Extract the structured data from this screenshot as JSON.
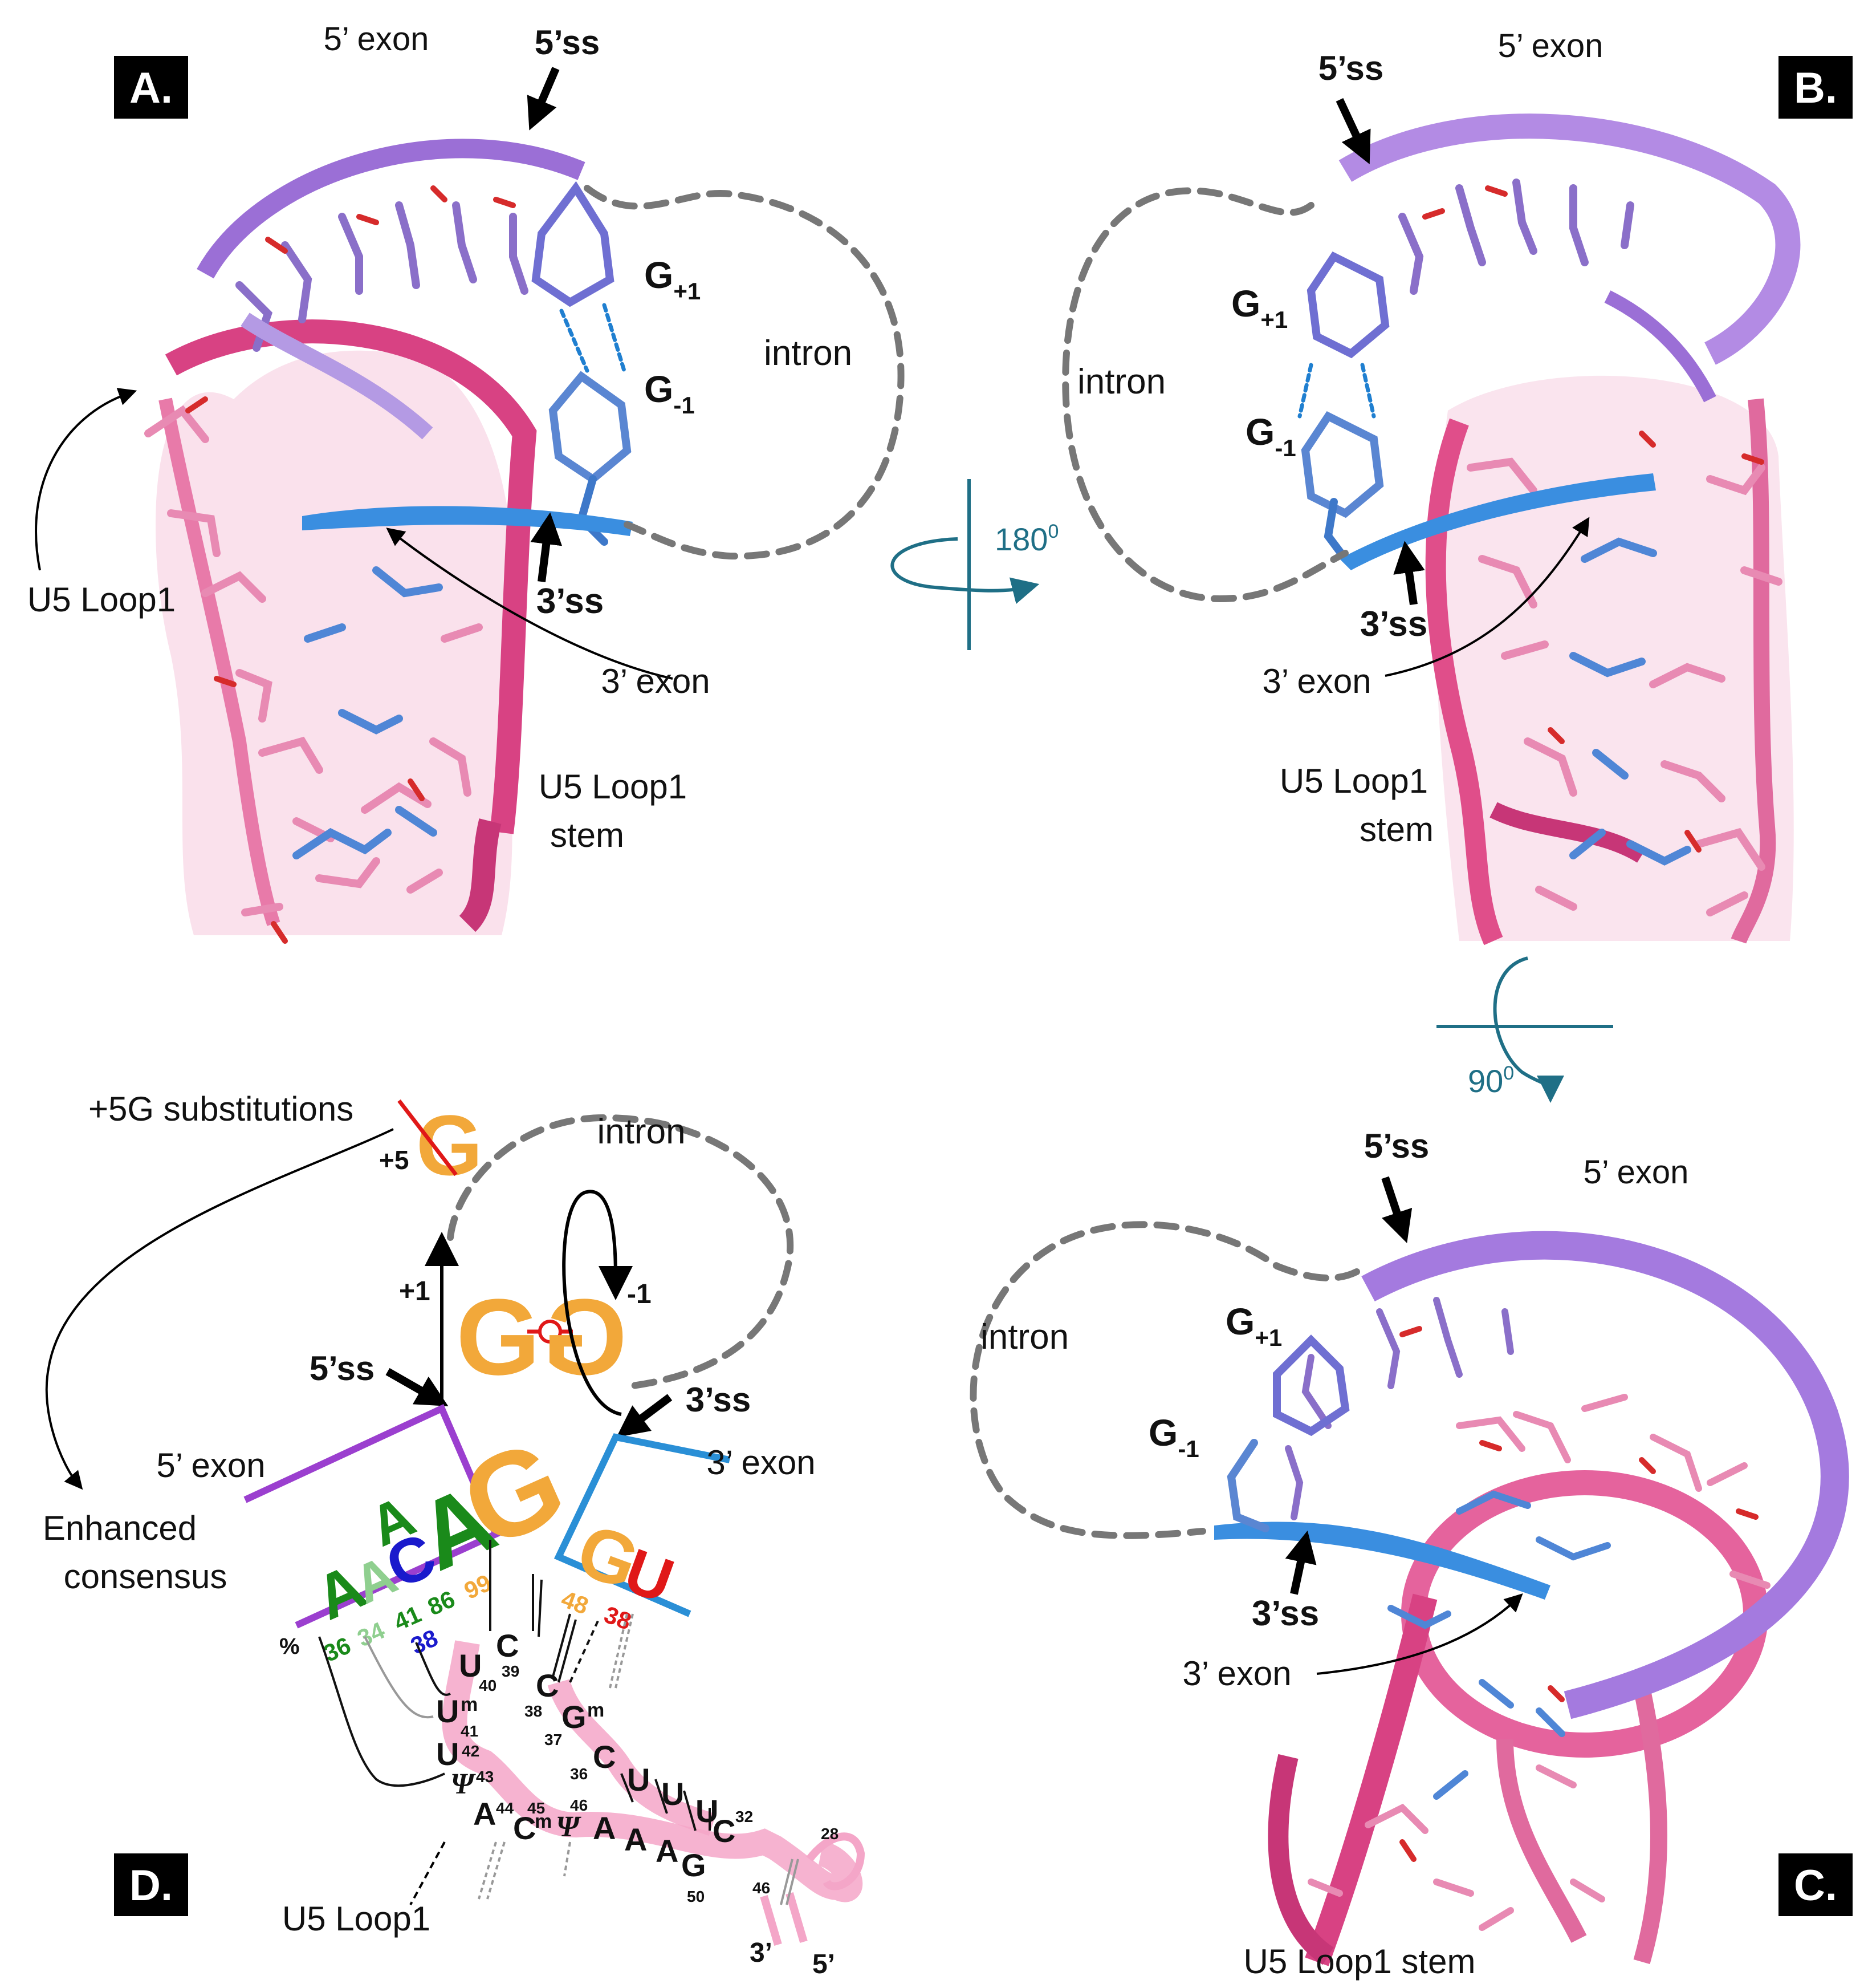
{
  "panels": {
    "a": {
      "tag": "A.",
      "exon5": "5’ exon",
      "ss5": "5’ss",
      "gp1_base": "G",
      "gp1_sub": "+1",
      "gm1_base": "G",
      "gm1_sub": "-1",
      "intron": "intron",
      "ss3": "3’ss",
      "exon3": "3’ exon",
      "loop1": "U5 Loop1",
      "stem_l1": "U5 Loop1",
      "stem_l2": "stem"
    },
    "b": {
      "tag": "B.",
      "exon5": "5’ exon",
      "ss5": "5’ss",
      "gp1_base": "G",
      "gp1_sub": "+1",
      "gm1_base": "G",
      "gm1_sub": "-1",
      "intron": "intron",
      "ss3": "3’ss",
      "exon3": "3’ exon",
      "stem_l1": "U5 Loop1",
      "stem_l2": "stem"
    },
    "c": {
      "tag": "C.",
      "exon5": "5’ exon",
      "ss5": "5’ss",
      "gp1_base": "G",
      "gp1_sub": "+1",
      "gm1_base": "G",
      "gm1_sub": "-1",
      "intron": "intron",
      "ss3": "3’ss",
      "exon3": "3’ exon",
      "stem": "U5 Loop1 stem"
    },
    "d": {
      "tag": "D.",
      "substitutions": "+5G substitutions",
      "plus5": "+5",
      "g_plus5": "G",
      "intron": "intron",
      "plus1": "+1",
      "minus1": "-1",
      "ss5": "5’ss",
      "ss3": "3’ss",
      "exon5": "5’ exon",
      "exon3": "3’ exon",
      "enhanced_1": "Enhanced",
      "enhanced_2": "consensus",
      "loop1": "U5 Loop1",
      "percent": "%",
      "end3": "3’",
      "end5": "5’",
      "logo5": [
        {
          "base": "A",
          "pct": "36",
          "color": "#1a8a1a"
        },
        {
          "base": "A",
          "pct": "34",
          "color": "#8fcf8f"
        },
        {
          "base": "C",
          "pct": "38",
          "color": "#1a1acc"
        },
        {
          "base": "A",
          "pct": "41",
          "color": "#1a8a1a"
        },
        {
          "base": "A",
          "pct": "86",
          "color": "#1a8a1a"
        },
        {
          "base": "G",
          "pct": "99",
          "color": "#f2a83a"
        }
      ],
      "logo3": [
        {
          "base": "G",
          "pct": "48",
          "color": "#f2a83a"
        },
        {
          "base": "U",
          "pct": "38",
          "color": "#e01818"
        }
      ],
      "u5_bases": [
        {
          "b": "U",
          "n": "40"
        },
        {
          "b": "C",
          "n": "39"
        },
        {
          "b": "U",
          "n": "41",
          "mod": "m"
        },
        {
          "b": "C",
          "n": "38"
        },
        {
          "b": "G",
          "n": "37",
          "mod": "m"
        },
        {
          "b": "U",
          "n": "42"
        },
        {
          "b": "C",
          "n": "36"
        },
        {
          "b": "Ψ",
          "n": "43"
        },
        {
          "b": "U",
          "n": ""
        },
        {
          "b": "U",
          "n": ""
        },
        {
          "b": "A",
          "n": "44"
        },
        {
          "b": "C",
          "n": "45",
          "mod": "m"
        },
        {
          "b": "Ψ",
          "n": "46"
        },
        {
          "b": "A",
          "n": ""
        },
        {
          "b": "A",
          "n": ""
        },
        {
          "b": "A",
          "n": ""
        },
        {
          "b": "G",
          "n": "50"
        },
        {
          "b": "U",
          "n": ""
        },
        {
          "b": "C",
          "n": "32"
        }
      ],
      "extra_nums": [
        "28",
        "46"
      ]
    },
    "rot1": {
      "angle": "180",
      "deg": "0"
    },
    "rot2": {
      "angle": "90",
      "deg": "0"
    }
  },
  "colors": {
    "exon5_ribbon": "#9b6fd6",
    "exon3_ribbon": "#3a8ee0",
    "u5_ribbon": "#e0508a",
    "u5_light": "#f4a6c8",
    "rotation": "#1f6f86",
    "orange": "#f2a83a",
    "purple_box": "#9b3fcf",
    "blue_box": "#2a8fd6"
  }
}
